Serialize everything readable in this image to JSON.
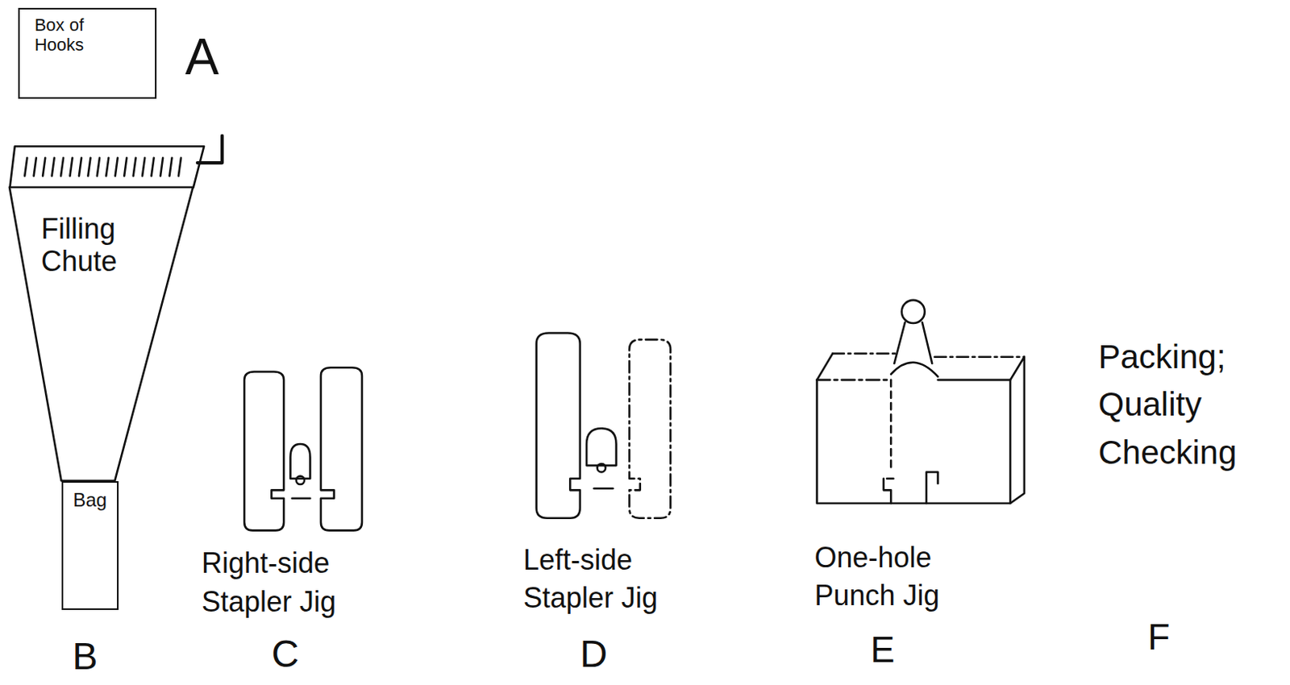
{
  "diagram": {
    "nodes": [
      {
        "text": [
          "Box of Hooks"
        ]
      },
      {
        "text": [
          "Filling Chute"
        ]
      },
      {
        "text": [
          "Bag"
        ]
      }
    ],
    "labels": [
      "A",
      "B",
      "Right-side Stapler Jig",
      "C",
      "Left-side Stapler Jig",
      "D",
      "One-hole Punch Jig",
      "E",
      "Packing; Quality Checking",
      "F"
    ]
  }
}
